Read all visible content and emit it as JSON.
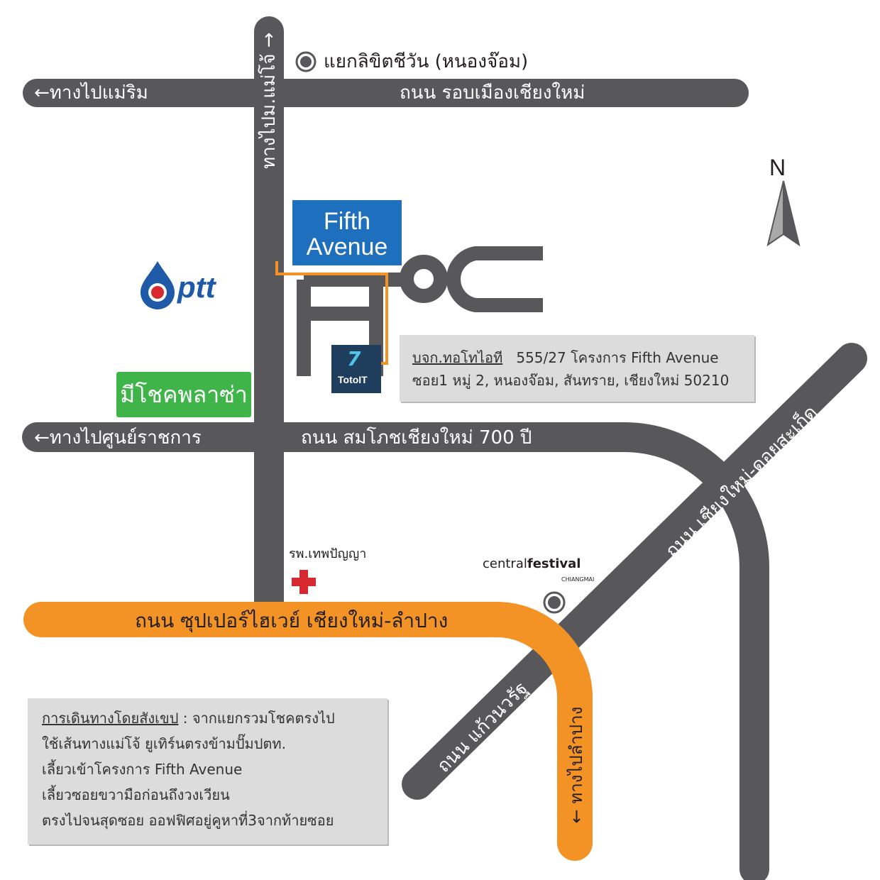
{
  "roads": {
    "ring_road": "ถนน รอบเมืองเชียงใหม่",
    "to_maerim": "←ทางไปแม่ริม",
    "to_maejo": "ทางไปม.แม่โจ้ →",
    "somphot_road": "ถนน สมโภชเชียงใหม่ 700 ปี",
    "to_govt_center": "←ทางไปศูนย์ราชการ",
    "superhighway": "ถนน ซุปเปอร์ไฮเวย์ เชียงใหม่-ลำปาง",
    "doi_saket_road": "ถนน เชียงใหม่-ดอยสะเก็ด",
    "kaeo_nawarat_road": "ถนน แก้วนวรัฐ",
    "to_lampang": "← ทางไปลำปาง"
  },
  "places": {
    "intersection": "แยกลิขิตชีวัน (หนองจ๊อม)",
    "fifth_avenue_line1": "Fifth",
    "fifth_avenue_line2": "Avenue",
    "ptt": "ptt",
    "plaza": "มีโชคพลาซ่า",
    "hospital": "รพ.เทพปัญญา",
    "central_prefix": "central",
    "central_bold": "festival",
    "central_city": "CHIANGMAI",
    "totoit": "TotoIT",
    "totoit_logo_mark": "7"
  },
  "address": {
    "company": "บจก.ทอโทไอที",
    "line1_rest": "555/27 โครงการ Fifth Avenue",
    "line2": "ซอย1 หมู่ 2, หนองจ๊อม, สันทราย, เชียงใหม่ 50210"
  },
  "directions": {
    "heading": "การเดินทางโดยสังเขป",
    "line1_rest": " : จากแยกรวมโชคตรงไป",
    "line2": "ใช้เส้นทางแม่โจ้ ยูเทิร์นตรงข้ามปั๊มปตท.",
    "line3": "เลี้ยวเข้าโครงการ Fifth Avenue",
    "line4": "เลี้ยวซอยขวามือก่อนถึงวงเวียน",
    "line5": "ตรงไปจนสุดซอย ออฟฟิศอยู่คูหาที่3จากท้ายซอย"
  },
  "compass": "N",
  "colors": {
    "road_grey": "#58585a",
    "highway_orange": "#f39325",
    "fifth_blue": "#1f6fbf",
    "plaza_green": "#3fb549",
    "ptt_blue": "#1e5aa8",
    "hospital_red": "#d7282f"
  }
}
